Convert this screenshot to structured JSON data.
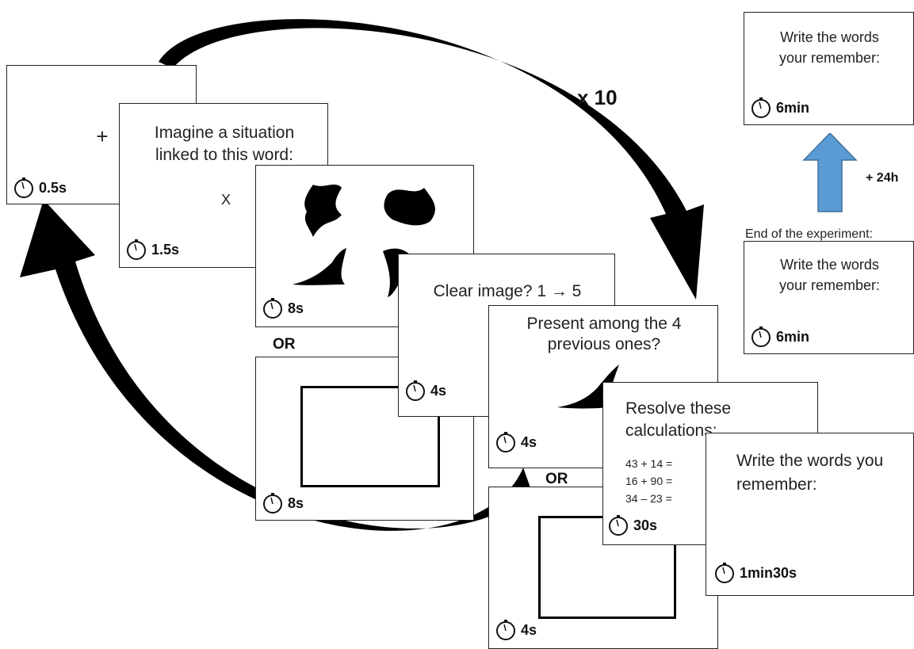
{
  "repeat_label": "x 10",
  "or_label_1": "OR",
  "or_label_2": "OR",
  "delay_label": "+ 24h",
  "end_label": "End of the experiment:",
  "fixation": {
    "symbol": "+",
    "time": "0.5s"
  },
  "word_card": {
    "line1": "Imagine a situation",
    "line2": "linked to this word:",
    "word": "X",
    "time": "1.5s"
  },
  "shapes_card": {
    "time": "8s"
  },
  "rect_card": {
    "time": "8s"
  },
  "clarity_card": {
    "text": "Clear image? 1 → 5",
    "time": "4s"
  },
  "recog_card": {
    "line1": "Present among the 4",
    "line2": "previous ones?",
    "time": "4s"
  },
  "rect_card2": {
    "time": "4s"
  },
  "calc_card": {
    "line1": "Resolve these",
    "line2": "calculations:",
    "calcs": [
      "43 + 14 =",
      "16 + 90 =",
      "34 – 23 ="
    ],
    "time": "30s"
  },
  "recall_card": {
    "line1": "Write the words you",
    "line2": "remember:",
    "time": "1min30s"
  },
  "final_recall": {
    "line1": "Write the words",
    "line2": "your remember:",
    "time": "6min"
  },
  "delayed_recall": {
    "line1": "Write the words",
    "line2": "your remember:",
    "time": "6min"
  },
  "colors": {
    "arrow_blue": "#5b9bd5",
    "ink": "#000000"
  }
}
